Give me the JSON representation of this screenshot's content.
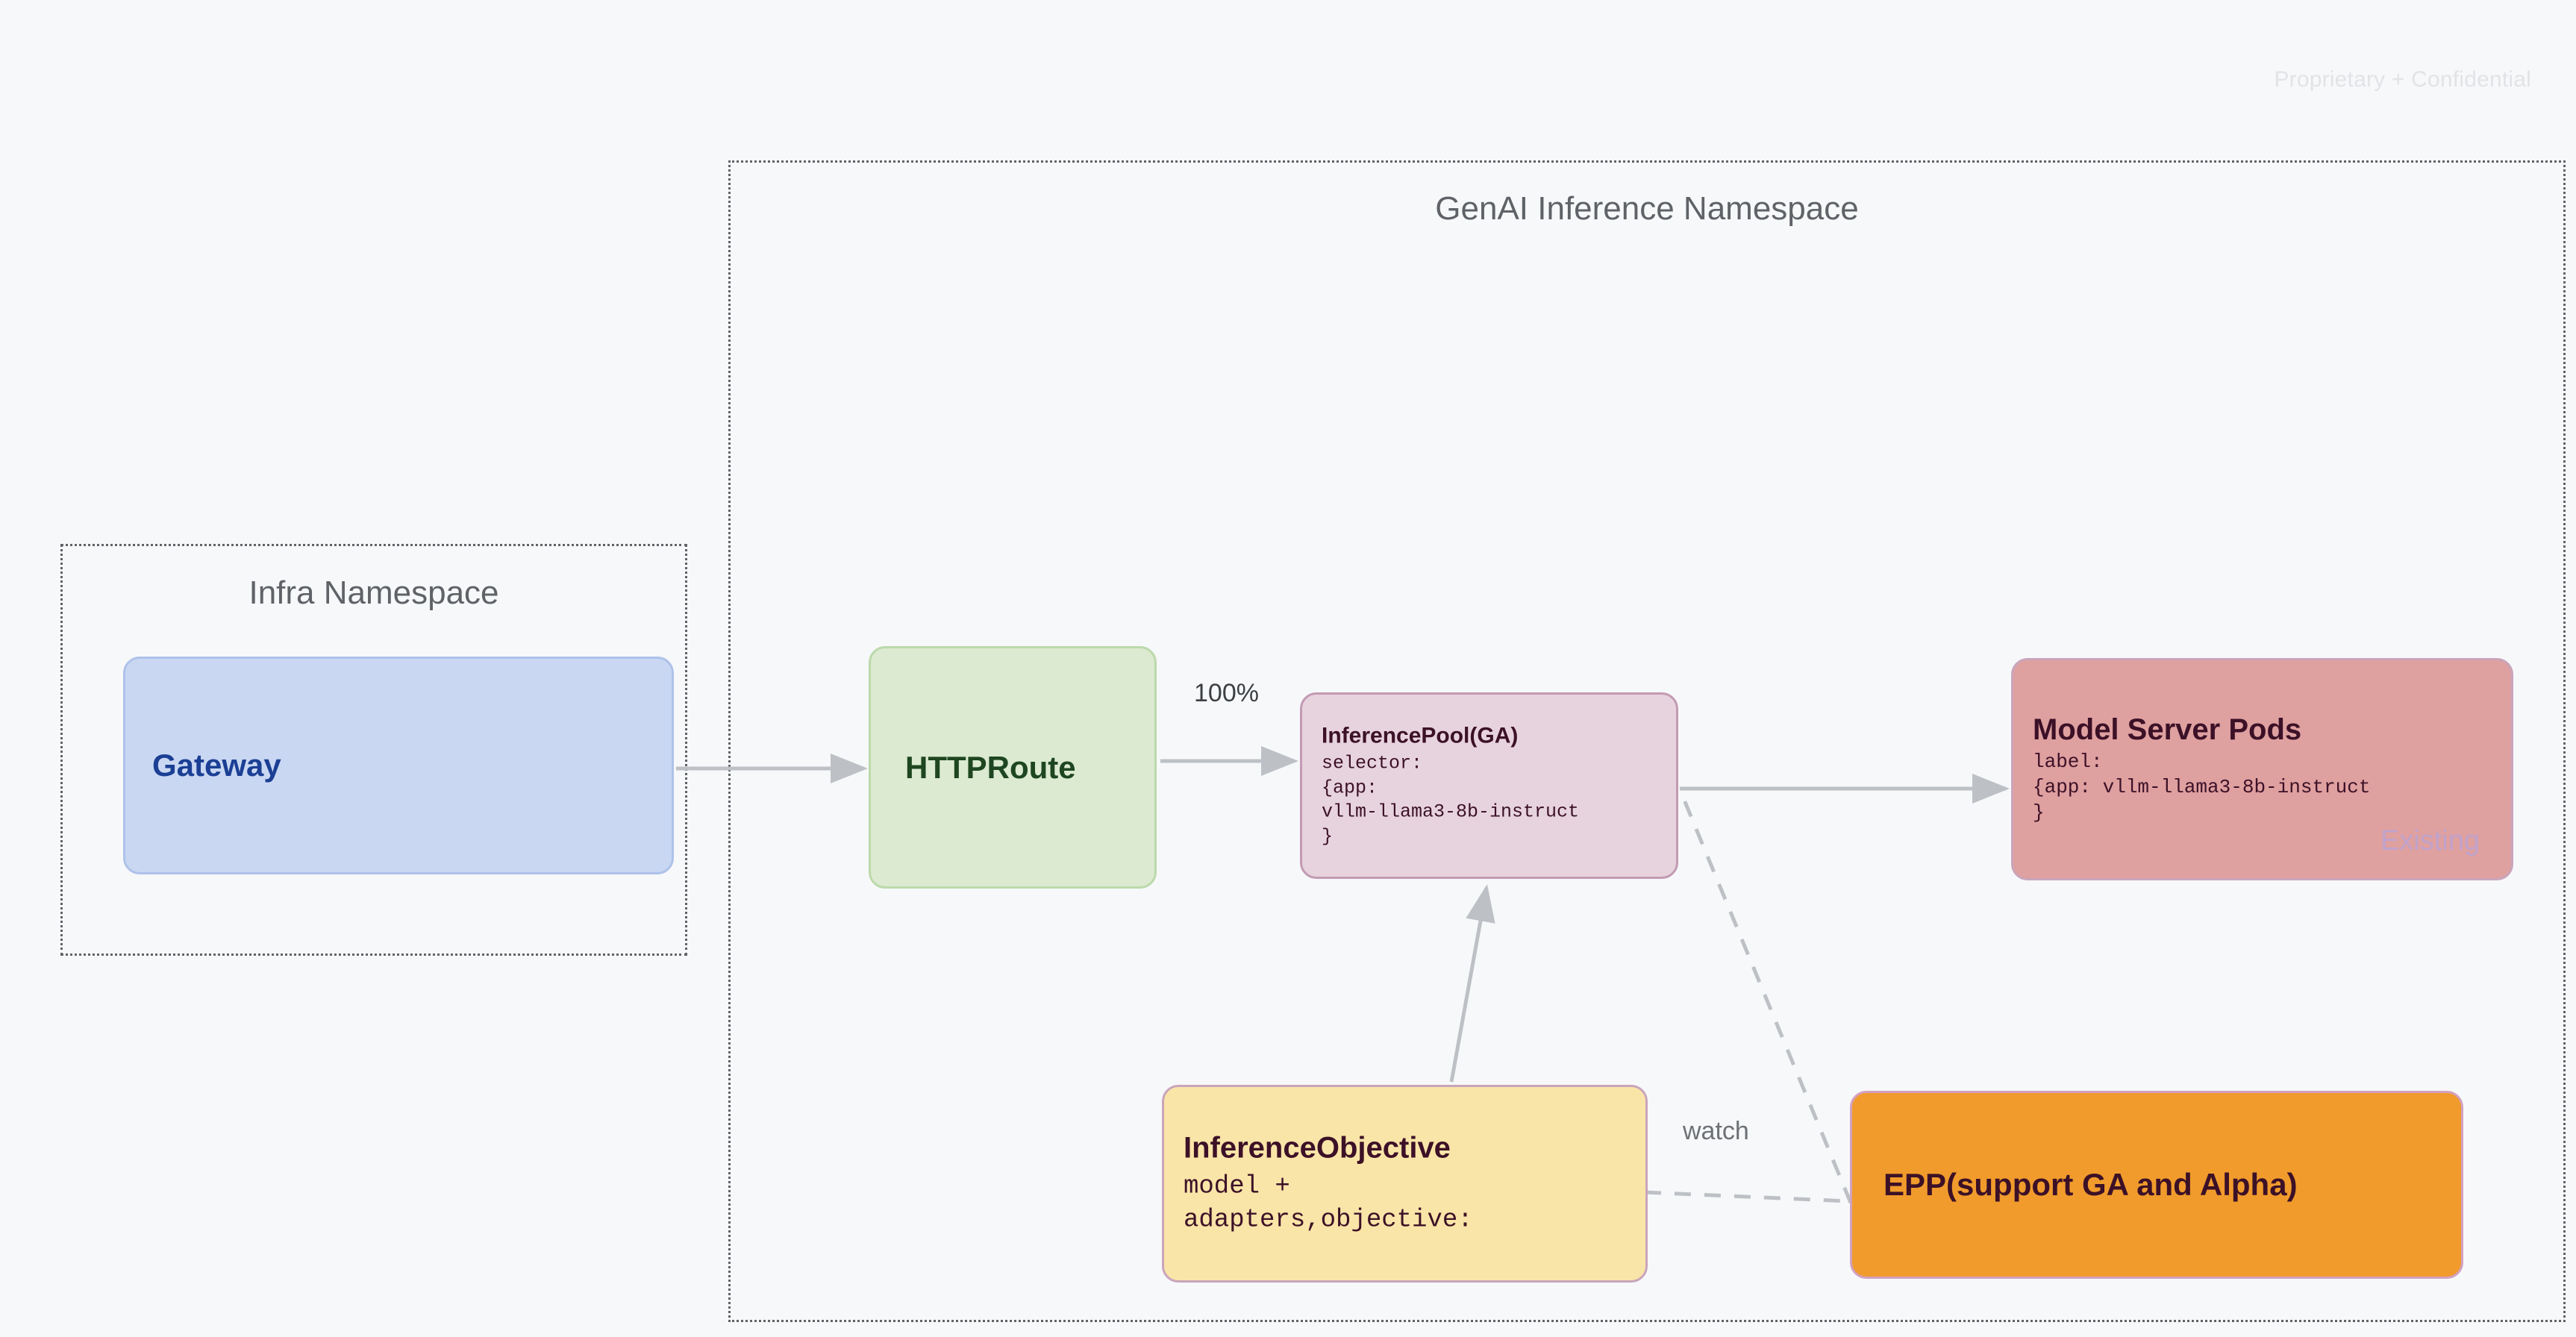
{
  "watermark": "Proprietary + Confidential",
  "namespaces": [
    {
      "id": "infra",
      "title": "Infra Namespace"
    },
    {
      "id": "genai",
      "title": "GenAI Inference Namespace"
    }
  ],
  "nodes": {
    "gateway": {
      "title": "Gateway"
    },
    "httproute": {
      "title": "HTTPRoute"
    },
    "inference_pool": {
      "title": "InferencePool(GA)",
      "sub": "selector:\n{app:\nvllm-llama3-8b-instruct\n}"
    },
    "model_server_pods": {
      "title": "Model Server Pods",
      "sub": "label:\n{app: vllm-llama3-8b-instruct\n}",
      "badge": "Existing"
    },
    "inference_objective": {
      "title": "InferenceObjective",
      "sub": "model +\nadapters,objective:"
    },
    "epp": {
      "title": "EPP(support GA and Alpha)"
    }
  },
  "edges": [
    {
      "id": "gateway-to-httproute",
      "label": ""
    },
    {
      "id": "httproute-to-pool",
      "label": "100%"
    },
    {
      "id": "pool-to-pods",
      "label": ""
    },
    {
      "id": "objective-to-pool",
      "label": ""
    },
    {
      "id": "objective-to-epp",
      "label": "watch"
    },
    {
      "id": "epp-to-pool",
      "label": ""
    }
  ],
  "colors": {
    "background": "#f7f8fa",
    "gateway_fill": "#c9d7f2",
    "gateway_text": "#1b3f94",
    "httproute_fill": "#dbead0",
    "httproute_text": "#1e4620",
    "pool_fill": "#e7d3de",
    "pods_fill": "#dfa0a0",
    "objective_fill": "#fae5a8",
    "epp_fill": "#f09b2c",
    "dark_maroon_text": "#3c1127",
    "namespace_border": "#5f6368",
    "edge_stroke": "#bdc1c6",
    "watermark_text": "#e2e3e6"
  }
}
